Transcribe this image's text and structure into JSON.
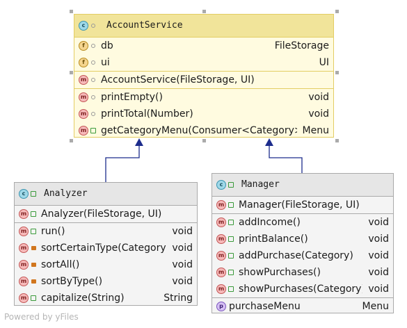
{
  "account_service": {
    "name": "AccountService",
    "fields": [
      {
        "name": "db",
        "type": "FileStorage"
      },
      {
        "name": "ui",
        "type": "UI"
      }
    ],
    "constructor": {
      "name": "AccountService(FileStorage, UI)"
    },
    "methods": [
      {
        "name": "printEmpty()",
        "type": "void"
      },
      {
        "name": "printTotal(Number)",
        "type": "void"
      },
      {
        "name": "getCategoryMenu(Consumer<Category>)",
        "type": "Menu"
      }
    ]
  },
  "analyzer": {
    "name": "Analyzer",
    "constructor": {
      "name": "Analyzer(FileStorage, UI)"
    },
    "methods": [
      {
        "name": "run()",
        "type": "void"
      },
      {
        "name": "sortCertainType(Category)",
        "type": "void"
      },
      {
        "name": "sortAll()",
        "type": "void"
      },
      {
        "name": "sortByType()",
        "type": "void"
      },
      {
        "name": "capitalize(String)",
        "type": "String"
      }
    ]
  },
  "manager": {
    "name": "Manager",
    "constructor": {
      "name": "Manager(FileStorage, UI)"
    },
    "methods": [
      {
        "name": "addIncome()",
        "type": "void"
      },
      {
        "name": "printBalance()",
        "type": "void"
      },
      {
        "name": "addPurchase(Category)",
        "type": "void"
      },
      {
        "name": "showPurchases()",
        "type": "void"
      },
      {
        "name": "showPurchases(Category)",
        "type": "void"
      }
    ],
    "properties": [
      {
        "name": "purchaseMenu",
        "type": "Menu"
      }
    ]
  },
  "badges": {
    "class": "c",
    "method": "m",
    "field": "f",
    "property": "p"
  },
  "colors": {
    "class_fill": "#fffbe0",
    "class_header": "#f1e49a",
    "class_border": "#e3cd63",
    "edge": "#1c2c8c"
  },
  "footer": "Powered by yFiles"
}
